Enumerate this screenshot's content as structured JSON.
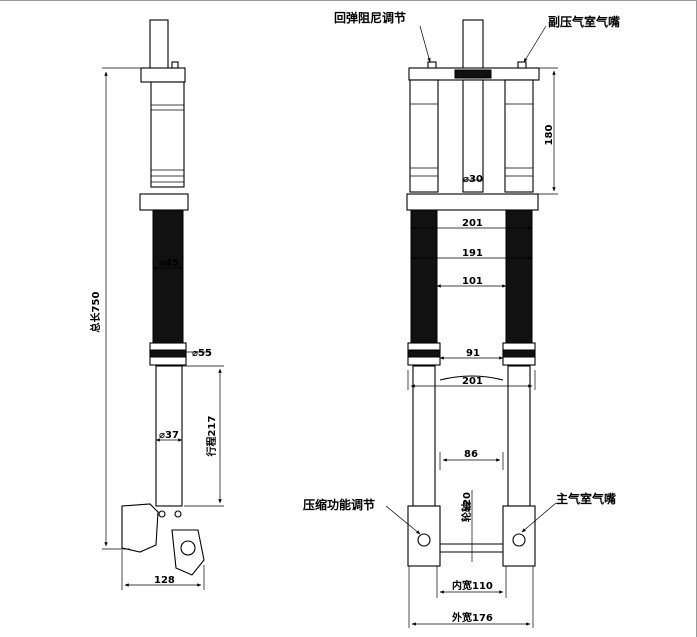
{
  "labels": {
    "rebound_adjust": "回弹阻尼调节",
    "aux_air_valve": "副压气室气嘴",
    "compression_adjust": "压缩功能调节",
    "main_air_valve": "主气室气嘴"
  },
  "dims": {
    "total_length": "总长750",
    "stroke": "行程217",
    "d45": "⌀45",
    "d55": "⌀55",
    "d37": "⌀37",
    "w128": "128",
    "h180": "180",
    "d30": "⌀30",
    "w201_top": "201",
    "w191": "191",
    "w101": "101",
    "w91": "91",
    "w201_bottom": "201",
    "w86": "86",
    "axle": "⌀20",
    "axle_label": "轮轴",
    "inner_width": "内宽110",
    "outer_width": "外宽176"
  }
}
